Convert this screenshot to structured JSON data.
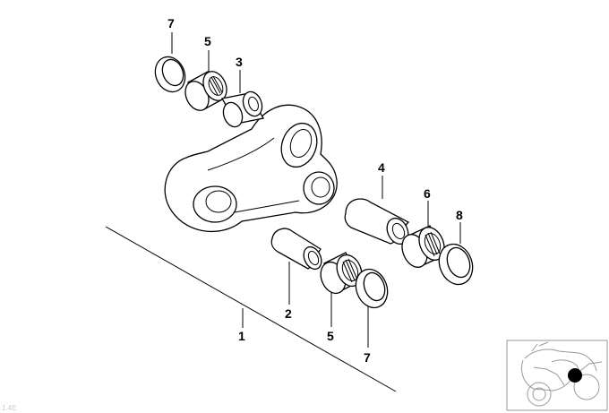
{
  "diagram": {
    "callouts": [
      {
        "id": "c-7-top",
        "text": "7"
      },
      {
        "id": "c-5-top",
        "text": "5"
      },
      {
        "id": "c-3",
        "text": "3"
      },
      {
        "id": "c-4",
        "text": "4"
      },
      {
        "id": "c-6",
        "text": "6"
      },
      {
        "id": "c-8",
        "text": "8"
      },
      {
        "id": "c-2",
        "text": "2"
      },
      {
        "id": "c-1",
        "text": "1"
      },
      {
        "id": "c-5-bottom",
        "text": "5"
      },
      {
        "id": "c-7-bottom",
        "text": "7"
      }
    ],
    "watermark": "1.4E"
  },
  "colors": {
    "line": "#000000",
    "inset_line": "#9a9a9a",
    "marker": "#000000",
    "background": "#ffffff"
  }
}
